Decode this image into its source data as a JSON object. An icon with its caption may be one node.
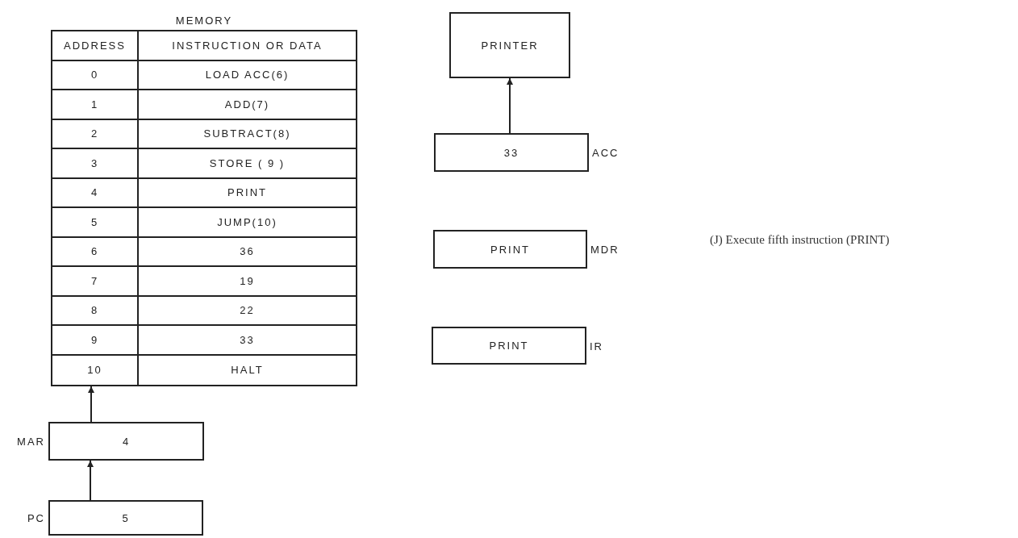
{
  "diagram": {
    "caption": "(J) Execute fifth instruction (PRINT)",
    "nodes": [
      {
        "text": [
          "MEMORY"
        ]
      },
      {
        "text": [
          "PRINTER"
        ]
      },
      {
        "text": [
          "33"
        ],
        "beside": [
          "ACC"
        ]
      },
      {
        "text": [
          "PRINT"
        ],
        "beside": [
          "MDR"
        ]
      },
      {
        "text": [
          "PRINT"
        ],
        "beside": [
          "IR"
        ]
      },
      {
        "text": [
          "4"
        ],
        "beside": [
          "MAR"
        ]
      },
      {
        "text": [
          "5"
        ],
        "beside": [
          "PC"
        ]
      }
    ],
    "edges": [
      {
        "from": 2,
        "to": 1,
        "arrow": "to"
      },
      {
        "from": 5,
        "to": 0,
        "arrow": "to"
      },
      {
        "from": 6,
        "to": 5,
        "arrow": "to"
      }
    ],
    "labels": [
      "ADDRESS",
      "INSTRUCTION OR DATA",
      "0",
      "LOAD ACC(6)",
      "1",
      "ADD(7)",
      "2",
      "SUBTRACT(8)",
      "3",
      "STORE ( 9 )",
      "4",
      "PRINT",
      "5",
      "JUMP(10)",
      "6",
      "36",
      "7",
      "19",
      "8",
      "22",
      "9",
      "33",
      "10",
      "HALT"
    ]
  }
}
